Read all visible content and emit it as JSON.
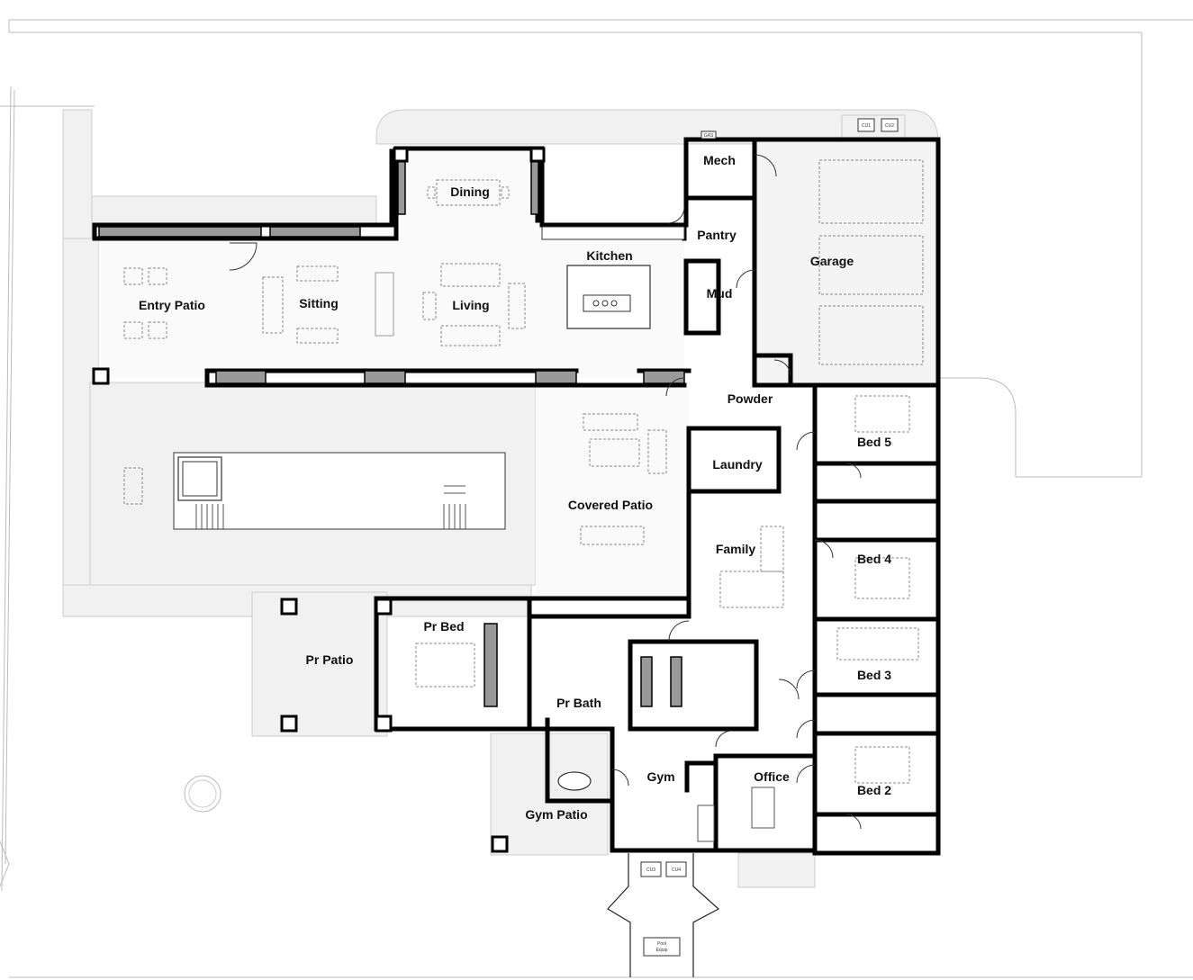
{
  "rooms": {
    "mech": "Mech",
    "dining": "Dining",
    "pantry": "Pantry",
    "kitchen": "Kitchen",
    "garage": "Garage",
    "mud": "Mud",
    "entry_patio": "Entry Patio",
    "sitting": "Sitting",
    "living": "Living",
    "powder": "Powder",
    "bed5": "Bed 5",
    "laundry": "Laundry",
    "covered_patio": "Covered Patio",
    "family": "Family",
    "bed4": "Bed 4",
    "pr_bed": "Pr Bed",
    "pr_patio": "Pr Patio",
    "bed3": "Bed 3",
    "pr_bath": "Pr Bath",
    "gym": "Gym",
    "office": "Office",
    "bed2": "Bed 2",
    "gym_patio": "Gym Patio"
  },
  "equipment": {
    "gas": "GAS",
    "cu1_top": "CU1",
    "cu2_top": "CU2",
    "cu3": "CU3",
    "cu4": "CU4",
    "pool_equip_line1": "Pool",
    "pool_equip_line2": "Equip"
  },
  "colors": {
    "wall": "#000000",
    "paving": "#f1f1f1",
    "line": "#bbbbbb"
  }
}
